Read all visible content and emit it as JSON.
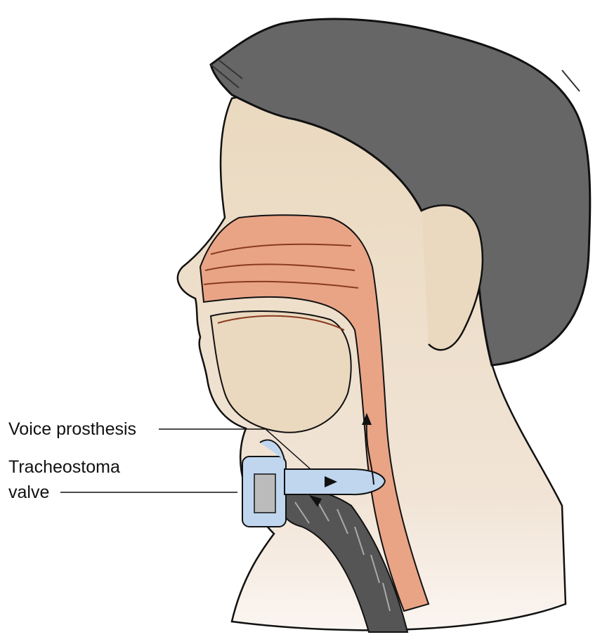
{
  "labels": {
    "voice_prosthesis": "Voice prosthesis",
    "tracheostoma_line1": "Tracheostoma",
    "tracheostoma_line2": "valve"
  },
  "colors": {
    "skin": "#EAD9BF",
    "hair": "#666666",
    "airway": "#E9A486",
    "device": "#BFD6EE",
    "outline": "#111111"
  }
}
